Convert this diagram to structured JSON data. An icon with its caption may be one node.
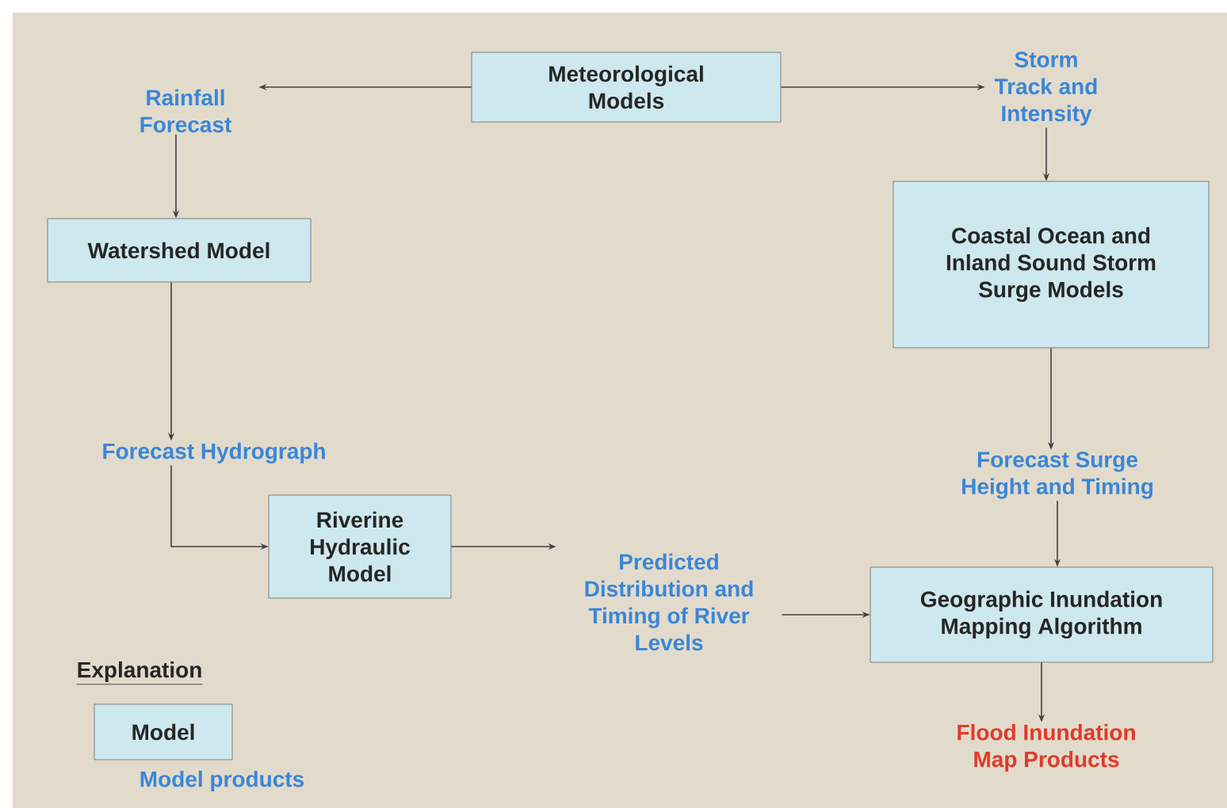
{
  "diagram": {
    "nodes": [
      {
        "text": [
          "Meteorological Models"
        ]
      },
      {
        "text": [
          "Rainfall Forecast"
        ]
      },
      {
        "text": [
          "Storm Track and Intensity"
        ]
      },
      {
        "text": [
          "Watershed Model"
        ]
      },
      {
        "text": [
          "Coastal Ocean and Inland Sound Storm Surge Models"
        ]
      },
      {
        "text": [
          "Forecast Hydrograph"
        ]
      },
      {
        "text": [
          "Riverine Hydraulic Model"
        ]
      },
      {
        "text": [
          "Forecast Surge Height and Timing"
        ]
      },
      {
        "text": [
          "Predicted Distribution and Timing of River Levels"
        ]
      },
      {
        "text": [
          "Geographic Inundation Mapping Algorithm"
        ]
      },
      {
        "text": [
          "Flood Inundation Map Products"
        ]
      },
      {
        "text": [
          "Model"
        ]
      }
    ],
    "edges": [
      {
        "from": 0,
        "to": 1,
        "arrow": "to"
      },
      {
        "from": 0,
        "to": 2,
        "arrow": "to"
      },
      {
        "from": 1,
        "to": 3,
        "arrow": "to"
      },
      {
        "from": 2,
        "to": 4,
        "arrow": "to"
      },
      {
        "from": 3,
        "to": 5,
        "arrow": "to"
      },
      {
        "from": 5,
        "to": 6,
        "arrow": "to"
      },
      {
        "from": 4,
        "to": 7,
        "arrow": "to"
      },
      {
        "from": 6,
        "to": 8,
        "arrow": "to"
      },
      {
        "from": 7,
        "to": 9,
        "arrow": "to"
      },
      {
        "from": 8,
        "to": 9,
        "arrow": "to"
      },
      {
        "from": 9,
        "to": 10,
        "arrow": "to"
      }
    ],
    "labels": [
      "Explanation",
      "Model products"
    ]
  }
}
